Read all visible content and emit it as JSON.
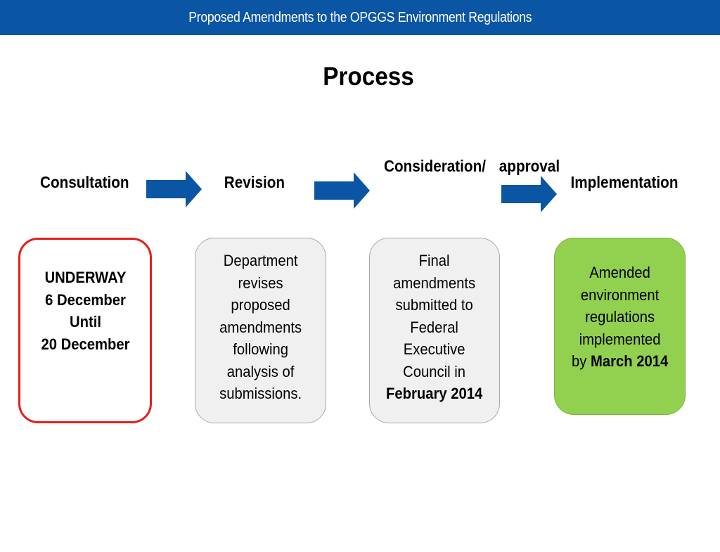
{
  "header": {
    "title": "Proposed Amendments to the OPGGS Environment Regulations"
  },
  "slide": {
    "title": "Process"
  },
  "steps": [
    {
      "label": "Consultation"
    },
    {
      "label": "Revision"
    },
    {
      "label_line1": "Consideration/",
      "label_line2": "approval"
    },
    {
      "label": "Implementation"
    }
  ],
  "boxes": {
    "consultation": {
      "lines": [
        "UNDERWAY",
        "6 December",
        "Until",
        "20 December"
      ],
      "border_color": "#e0201b"
    },
    "revision": {
      "lines": [
        "Department",
        "revises",
        "proposed",
        "amendments",
        "following",
        "analysis of",
        "submissions."
      ]
    },
    "approval": {
      "lines": [
        "Final",
        "amendments",
        "submitted to",
        "Federal",
        "Executive",
        "Council in"
      ],
      "bold_line": "February 2014"
    },
    "implementation": {
      "lines": [
        "Amended",
        "environment",
        "regulations",
        "implemented"
      ],
      "last_prefix": "by",
      "last_bold": "March 2014",
      "fill_color": "#92d050"
    }
  },
  "colors": {
    "banner": "#0b56a4",
    "arrow": "#0b56a4",
    "box_grey": "#f0f0f0"
  }
}
